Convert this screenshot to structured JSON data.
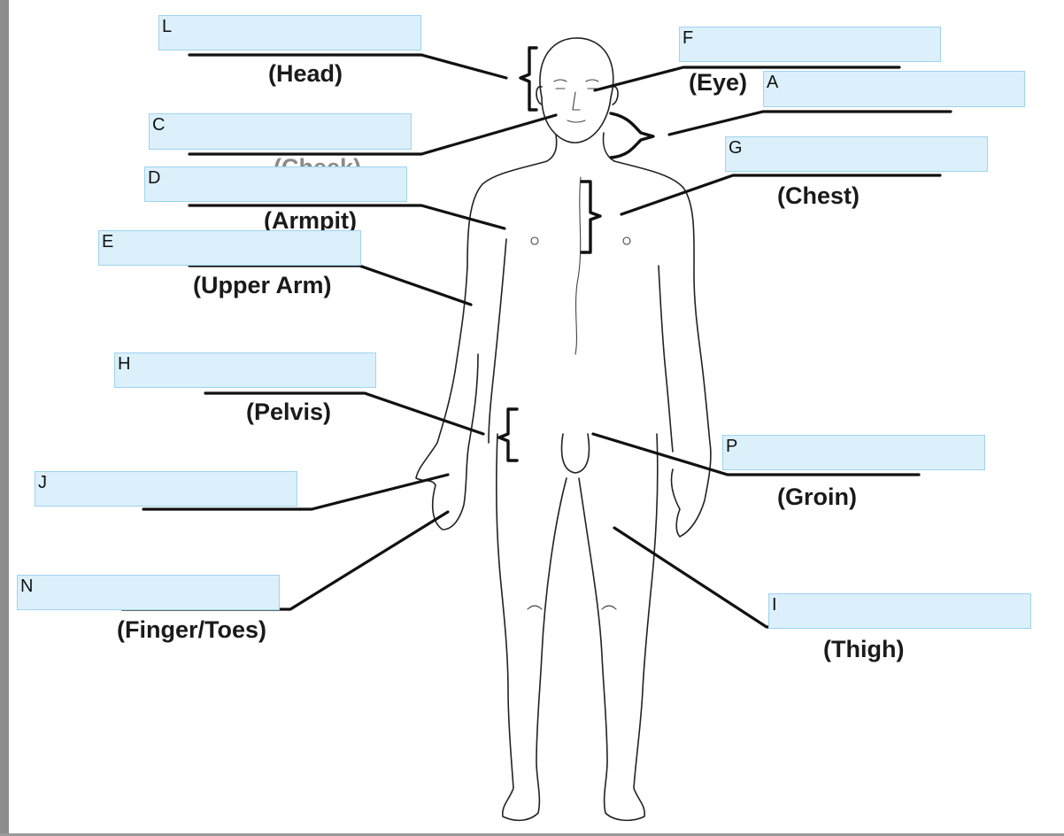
{
  "diagram": {
    "labels": {
      "head": "(Head)",
      "eye": "(Eye)",
      "cheek": "(Cheek)",
      "chest": "(Chest)",
      "armpit": "(Armpit)",
      "upper_arm": "(Upper Arm)",
      "pelvis": "(Pelvis)",
      "groin": "(Groin)",
      "finger_toes": "(Finger/Toes)",
      "thigh": "(Thigh)"
    },
    "answer_boxes": {
      "L": {
        "letter": "L",
        "value": ""
      },
      "F": {
        "letter": "F",
        "value": ""
      },
      "A": {
        "letter": "A",
        "value": ""
      },
      "C": {
        "letter": "C",
        "value": ""
      },
      "G": {
        "letter": "G",
        "value": ""
      },
      "D": {
        "letter": "D",
        "value": ""
      },
      "E": {
        "letter": "E",
        "value": ""
      },
      "H": {
        "letter": "H",
        "value": ""
      },
      "P": {
        "letter": "P",
        "value": ""
      },
      "J": {
        "letter": "J",
        "value": ""
      },
      "N": {
        "letter": "N",
        "value": ""
      },
      "I": {
        "letter": "I",
        "value": ""
      }
    },
    "colors": {
      "box_fill": "#dcf0fb",
      "box_border": "#9fd3ef",
      "line": "#111111"
    }
  }
}
